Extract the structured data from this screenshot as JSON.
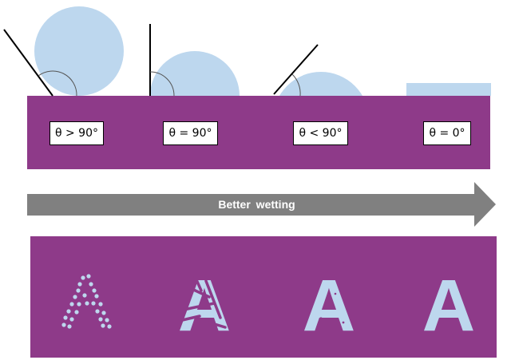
{
  "colors": {
    "substrate": "#8E3A89",
    "droplet": "#BDD7EE",
    "arrow": "#808080",
    "letter": "#BDD7EE"
  },
  "wetting_cases": [
    {
      "label": "θ > 90°",
      "state": "beading"
    },
    {
      "label": "θ = 90°",
      "state": "hemisphere"
    },
    {
      "label": "θ < 90°",
      "state": "spreading"
    },
    {
      "label": "θ = 0°",
      "state": "film"
    }
  ],
  "arrow": {
    "label": "Better  wetting"
  },
  "print_samples": [
    {
      "glyph": "A",
      "quality": "dotted"
    },
    {
      "glyph": "A",
      "quality": "broken"
    },
    {
      "glyph": "A",
      "quality": "mostly-filled"
    },
    {
      "glyph": "A",
      "quality": "solid"
    }
  ]
}
